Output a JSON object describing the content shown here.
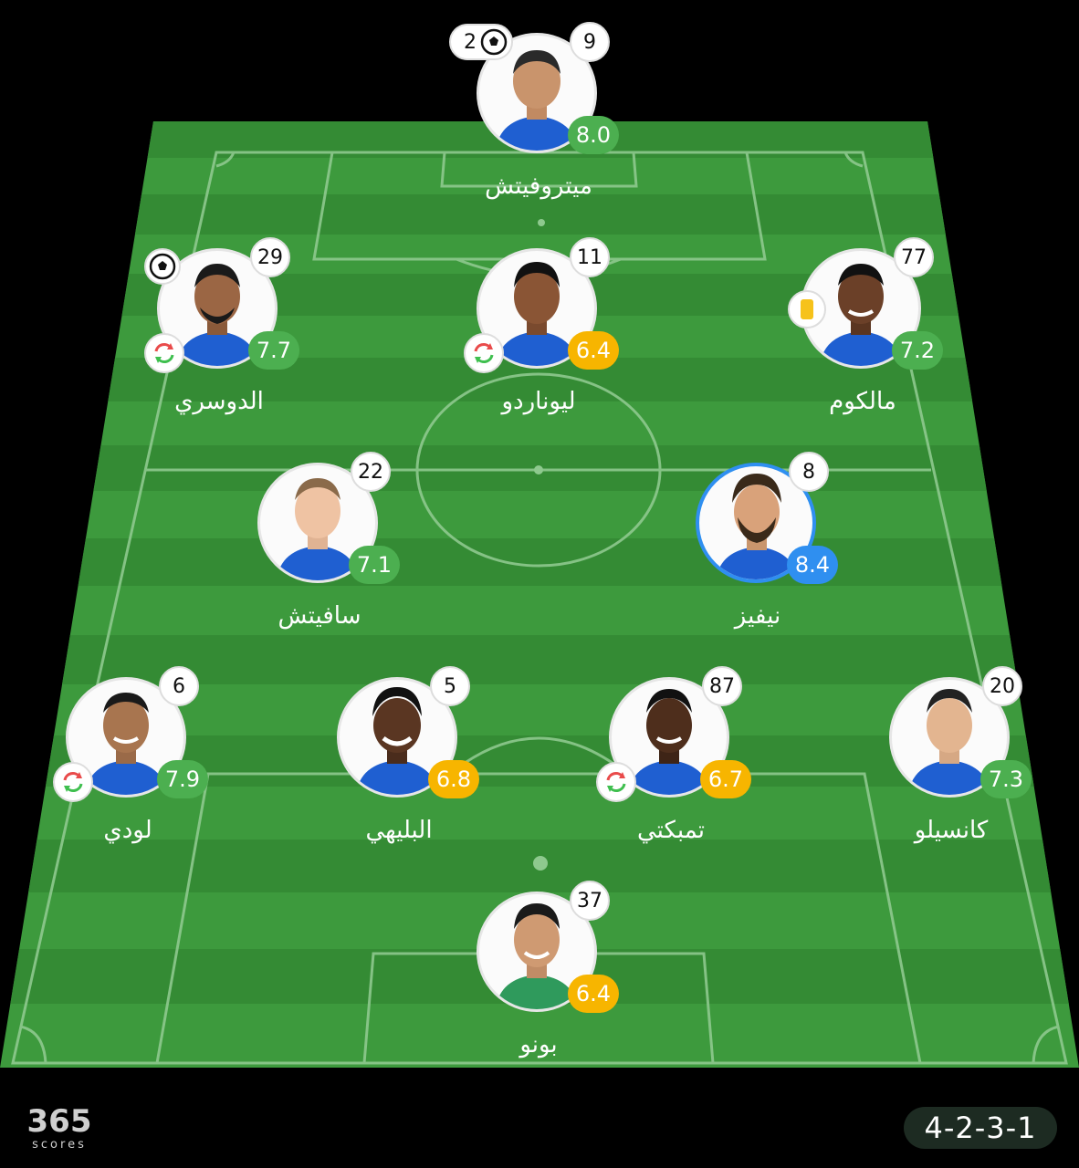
{
  "formation": "4-2-3-1",
  "brand": {
    "name": "365",
    "sub": "scores"
  },
  "colors": {
    "green": "#4caf50",
    "yellow": "#f7b500",
    "blue": "#2f8ff0",
    "pitch_light": "#3d9a3d",
    "pitch_dark": "#348b34"
  },
  "players": [
    {
      "id": "mitrovic",
      "number": "9",
      "name": "ميتروفيتش",
      "rating": "8.0",
      "rating_color": "green",
      "goals": "2"
    },
    {
      "id": "aldawsari",
      "number": "29",
      "name": "الدوسري",
      "rating": "7.7",
      "rating_color": "green",
      "goal_icon": "football-icon",
      "sub_icon": "substitution-icon"
    },
    {
      "id": "leonardo",
      "number": "11",
      "name": "ليوناردو",
      "rating": "6.4",
      "rating_color": "yellow",
      "sub_icon": "substitution-icon"
    },
    {
      "id": "malcom",
      "number": "77",
      "name": "مالكوم",
      "rating": "7.2",
      "rating_color": "green",
      "card": "yellow-card-icon"
    },
    {
      "id": "savic",
      "number": "22",
      "name": "سافيتش",
      "rating": "7.1",
      "rating_color": "green"
    },
    {
      "id": "neves",
      "number": "8",
      "name": "نيفيز",
      "rating": "8.4",
      "rating_color": "blue",
      "motm": true
    },
    {
      "id": "lodi",
      "number": "6",
      "name": "لودي",
      "rating": "7.9",
      "rating_color": "green",
      "sub_icon": "substitution-icon"
    },
    {
      "id": "albulayhi",
      "number": "5",
      "name": "البليهي",
      "rating": "6.8",
      "rating_color": "yellow"
    },
    {
      "id": "tambakti",
      "number": "87",
      "name": "تمبكتي",
      "rating": "6.7",
      "rating_color": "yellow",
      "sub_icon": "substitution-icon"
    },
    {
      "id": "cancelo",
      "number": "20",
      "name": "كانسيلو",
      "rating": "7.3",
      "rating_color": "green"
    },
    {
      "id": "bono",
      "number": "37",
      "name": "بونو",
      "rating": "6.4",
      "rating_color": "yellow",
      "goalkeeper": true
    }
  ]
}
